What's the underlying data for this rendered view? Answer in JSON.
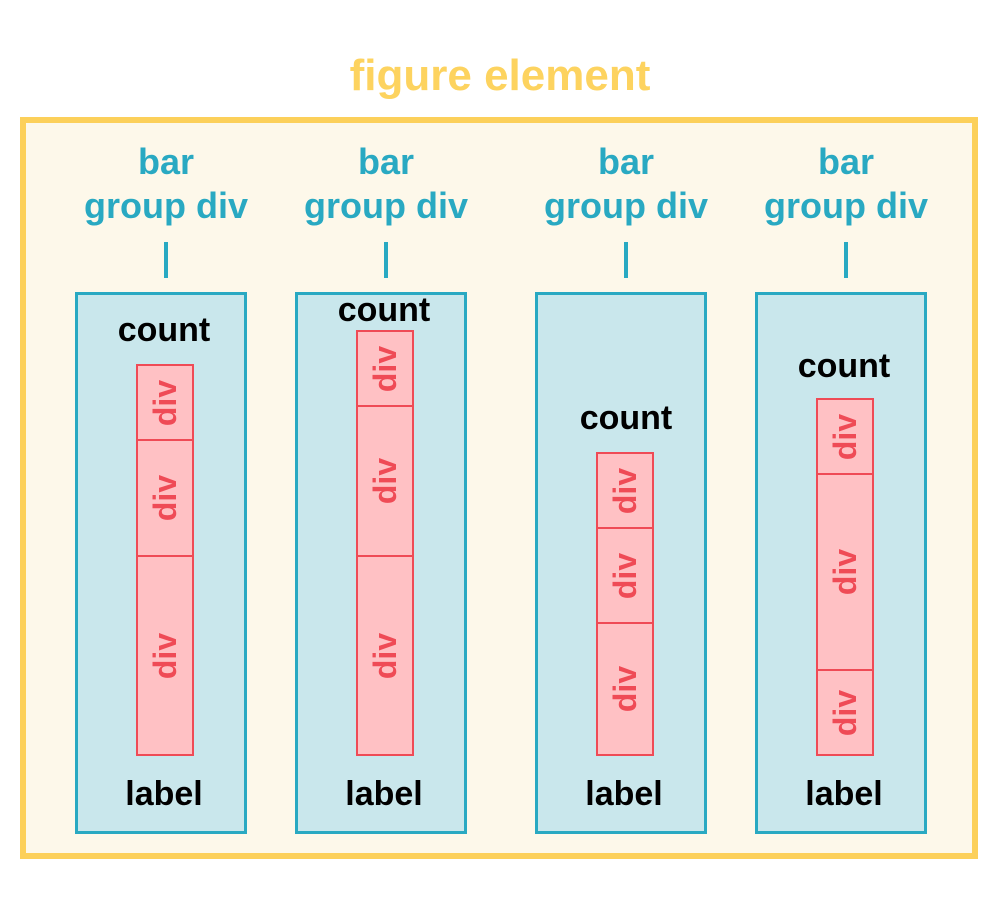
{
  "title": "figure element",
  "groups": [
    {
      "label": "bar\ngroup div",
      "count": "count",
      "name": "label",
      "segments": [
        "div",
        "div",
        "div"
      ]
    },
    {
      "label": "bar\ngroup div",
      "count": "count",
      "name": "label",
      "segments": [
        "div",
        "div",
        "div"
      ]
    },
    {
      "label": "bar\ngroup div",
      "count": "count",
      "name": "label",
      "segments": [
        "div",
        "div",
        "div"
      ]
    },
    {
      "label": "bar\ngroup div",
      "count": "count",
      "name": "label",
      "segments": [
        "div",
        "div",
        "div"
      ]
    }
  ],
  "colors": {
    "figure_border": "#fcd05a",
    "figure_fill": "#fdf8ea",
    "group_border": "#29a9c2",
    "group_fill": "#c9e7ec",
    "segment_border": "#ef4b56",
    "segment_fill": "#ffc1c4"
  }
}
